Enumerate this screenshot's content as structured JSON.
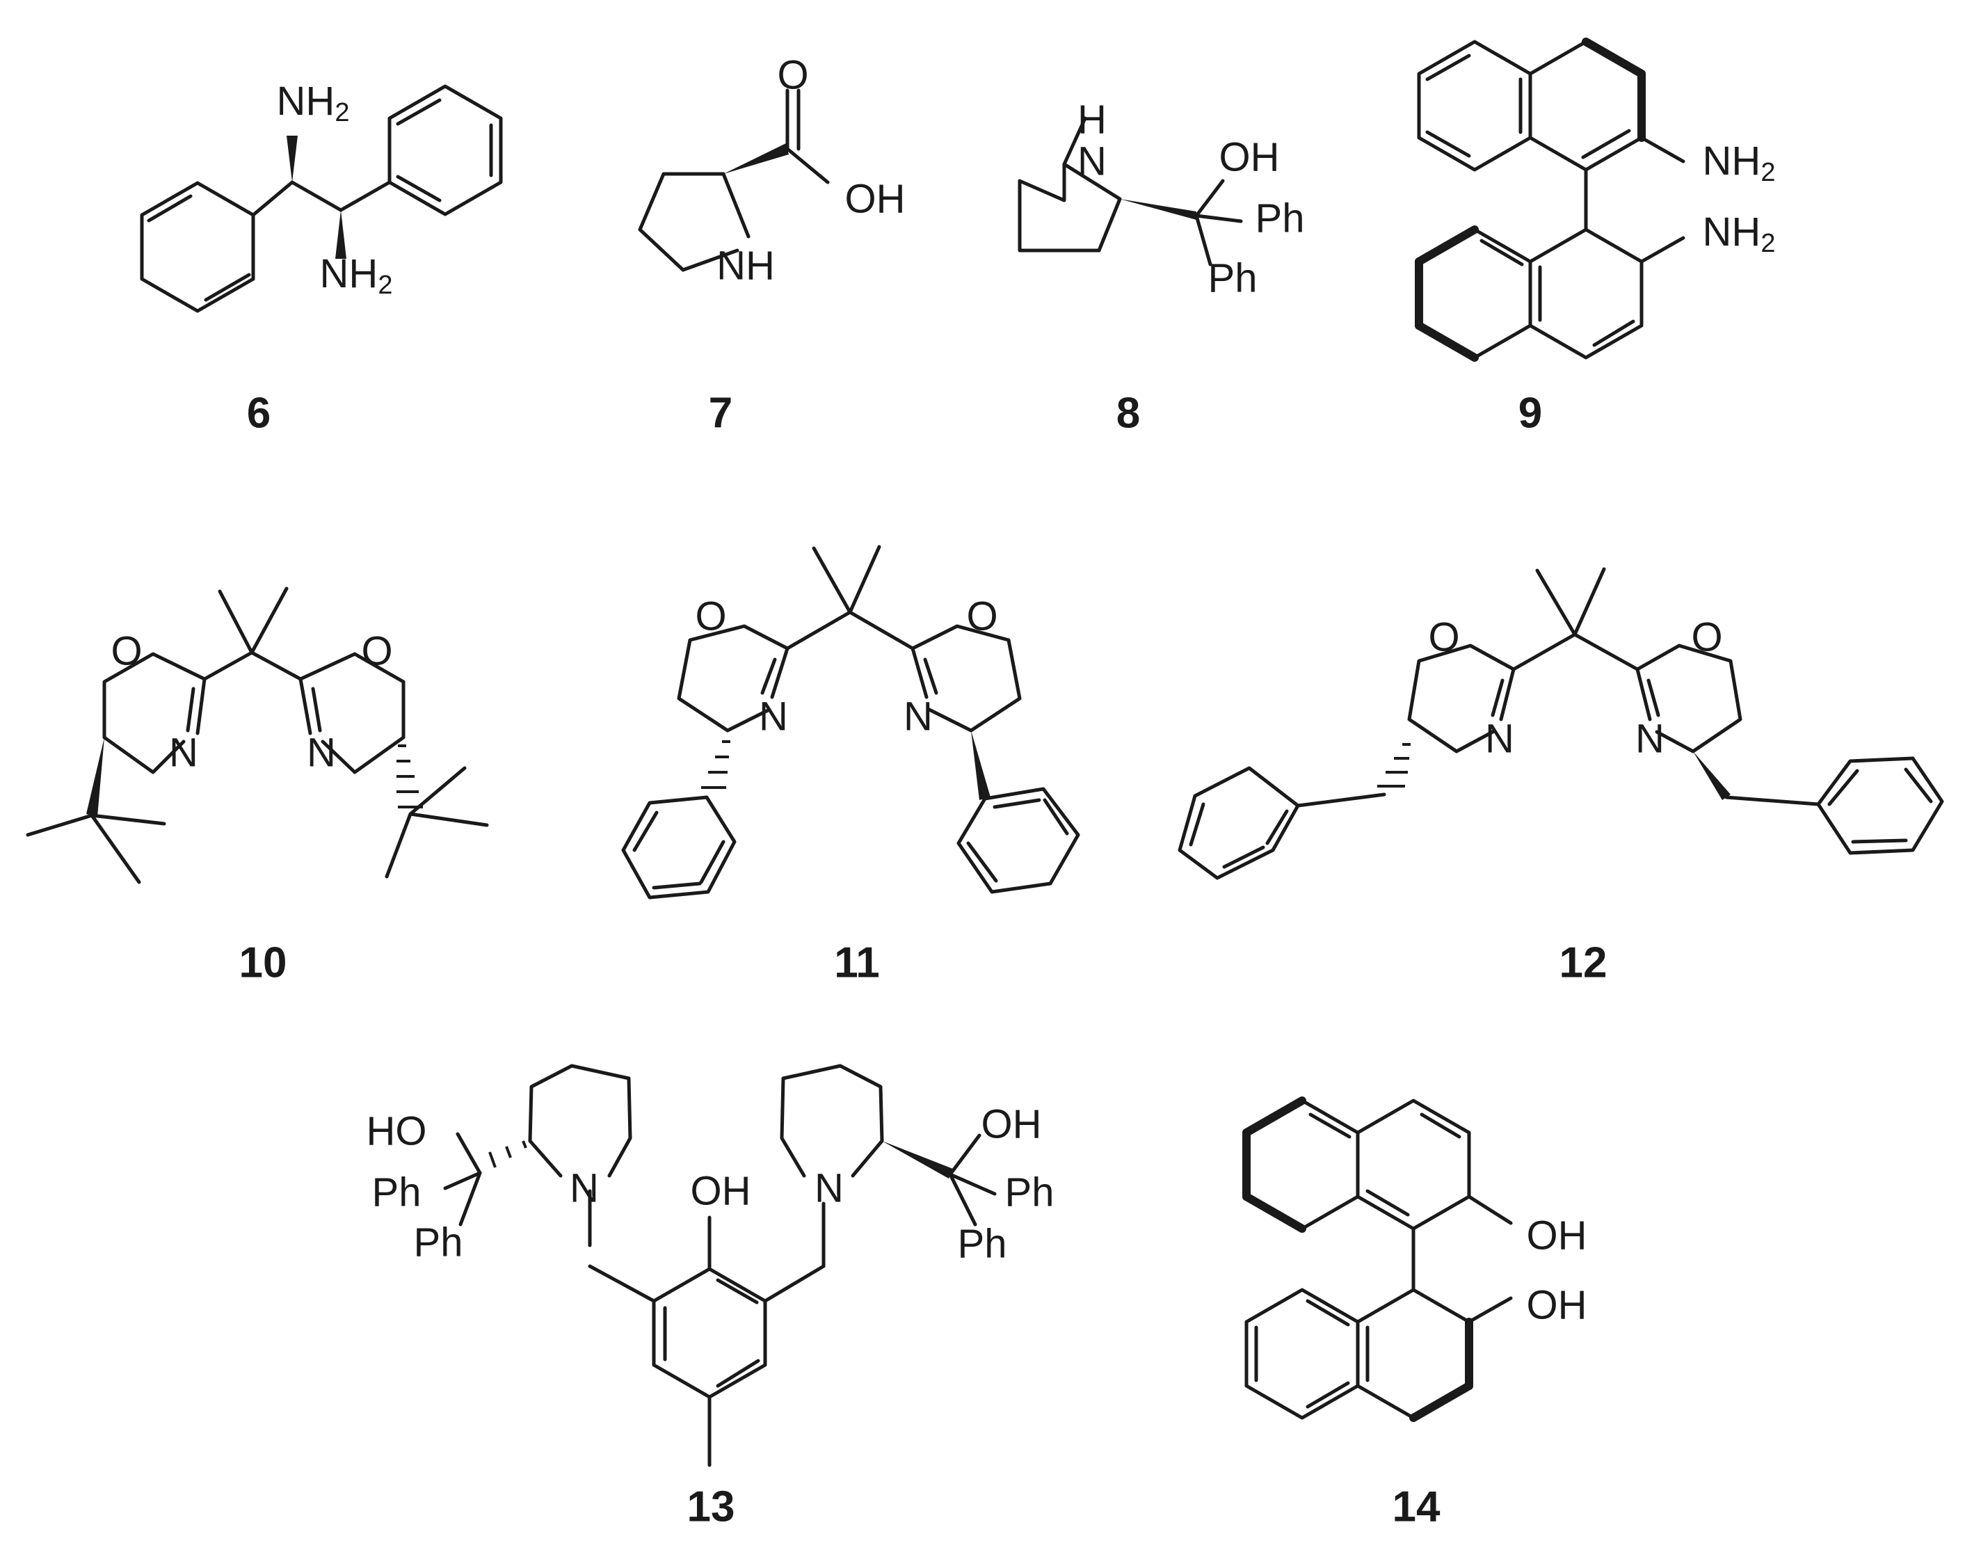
{
  "atom_labels": {
    "nh2": "NH",
    "sub2": "2",
    "nh": "NH",
    "h": "H",
    "n": "N",
    "o": "O",
    "oh": "OH",
    "ho": "HO",
    "ph": "Ph"
  },
  "compounds": [
    {
      "id": "6"
    },
    {
      "id": "7"
    },
    {
      "id": "8"
    },
    {
      "id": "9"
    },
    {
      "id": "10"
    },
    {
      "id": "11"
    },
    {
      "id": "12"
    },
    {
      "id": "13"
    },
    {
      "id": "14"
    }
  ]
}
